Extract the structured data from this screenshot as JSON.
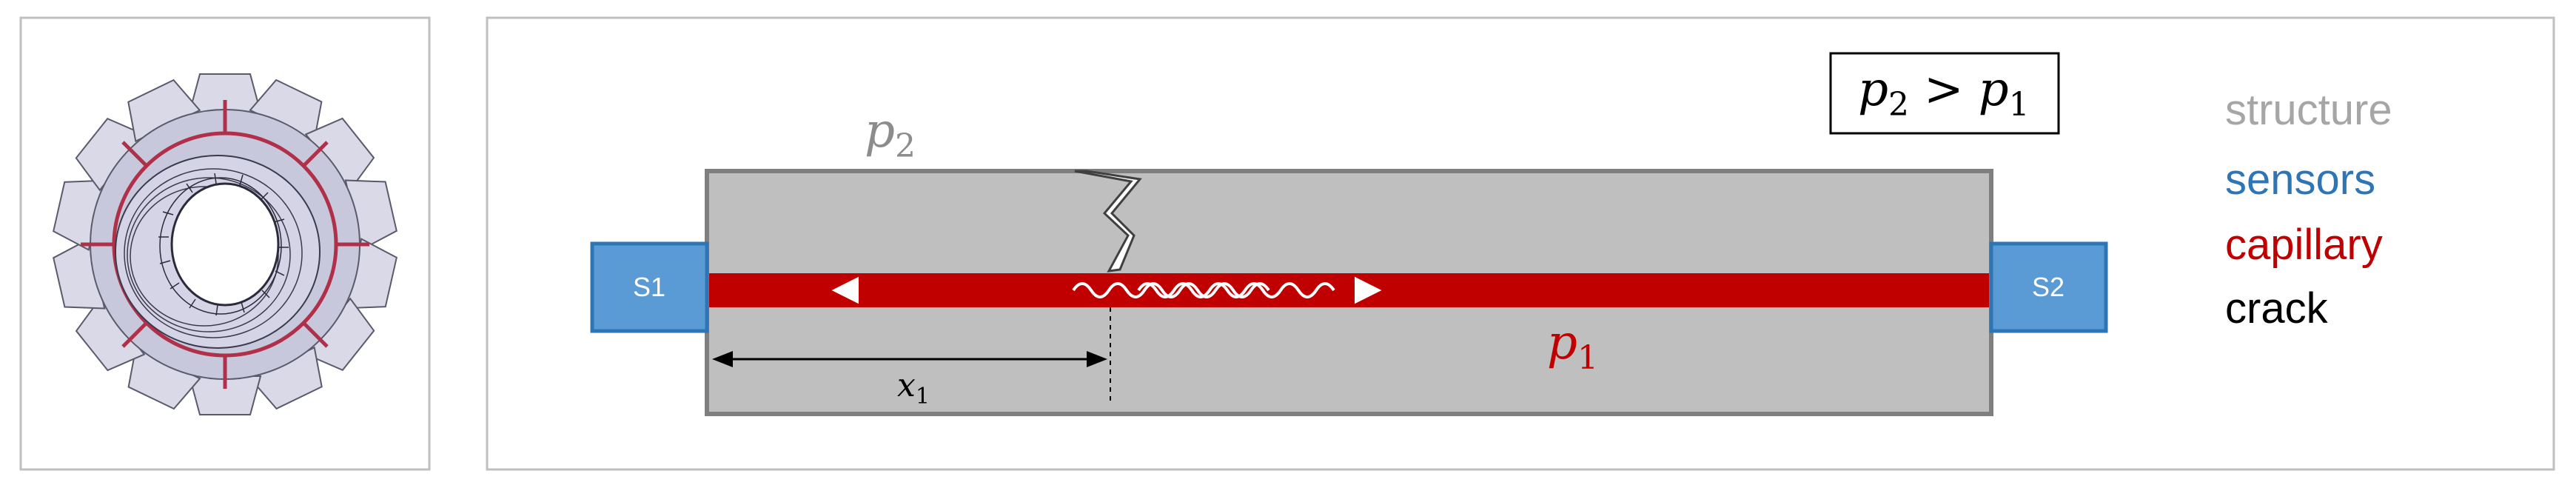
{
  "gear_panel": {
    "description_icon": "gear-with-capillary-icon"
  },
  "beam": {
    "pressure_outside": {
      "symbol": "p",
      "sub": "2"
    },
    "pressure_inside": {
      "symbol": "p",
      "sub": "1"
    },
    "inequality": {
      "lhs_symbol": "p",
      "lhs_sub": "2",
      "op": ">",
      "rhs_symbol": "p",
      "rhs_sub": "1"
    },
    "distance": {
      "symbol": "x",
      "sub": "1"
    },
    "sensor_left": "S1",
    "sensor_right": "S2"
  },
  "legend": {
    "items": [
      {
        "label": "structure",
        "color": "#a6a6a6"
      },
      {
        "label": "sensors",
        "color": "#2e75b6"
      },
      {
        "label": "capillary",
        "color": "#c00000"
      },
      {
        "label": "crack",
        "color": "#000000"
      }
    ]
  },
  "colors": {
    "structure_fill": "#bfbfbf",
    "structure_stroke": "#7f7f7f",
    "sensor_fill": "#5b9bd5",
    "sensor_stroke": "#2e75b6",
    "capillary": "#c00000",
    "panel_border": "#bfbfbf"
  }
}
